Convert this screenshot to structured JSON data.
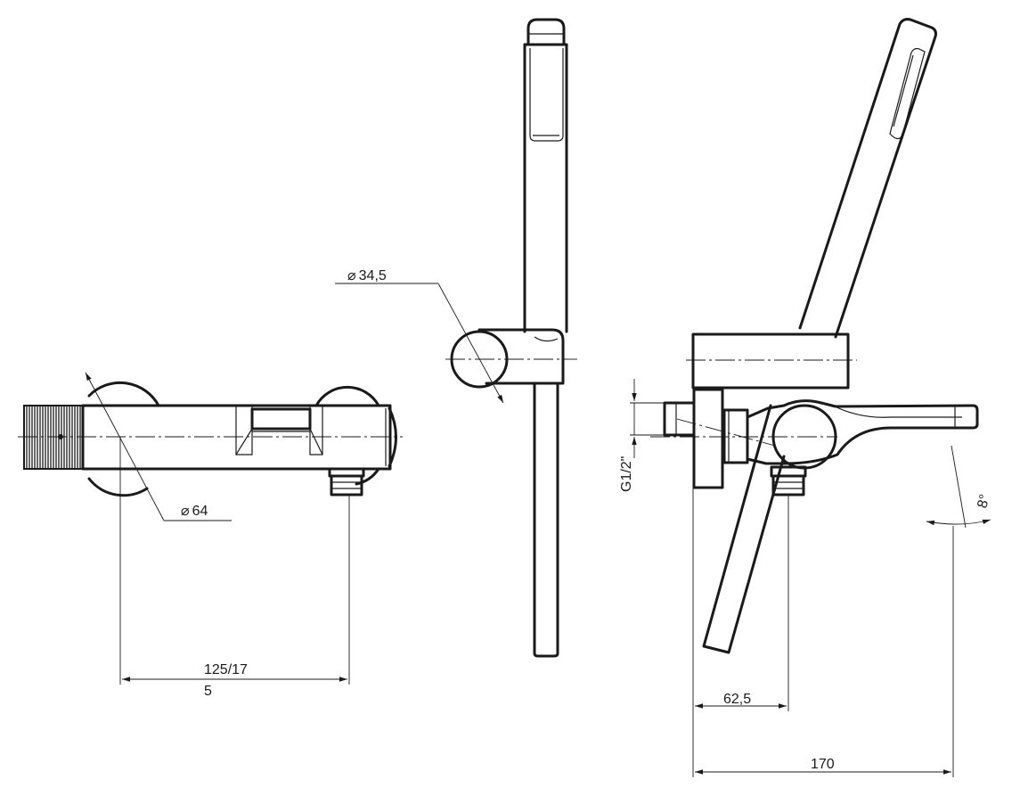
{
  "drawing": {
    "front_view": {
      "diameter_label": "64",
      "width_label_line1": "125/17",
      "width_label_line2": "5"
    },
    "handshower_view": {
      "diameter_label": "34,5"
    },
    "side_view": {
      "thread_label": "G1/2\"",
      "angle_label": "8°",
      "depth_label": "62,5",
      "total_label": "170"
    }
  },
  "symbols": {
    "diameter": "⌀"
  }
}
